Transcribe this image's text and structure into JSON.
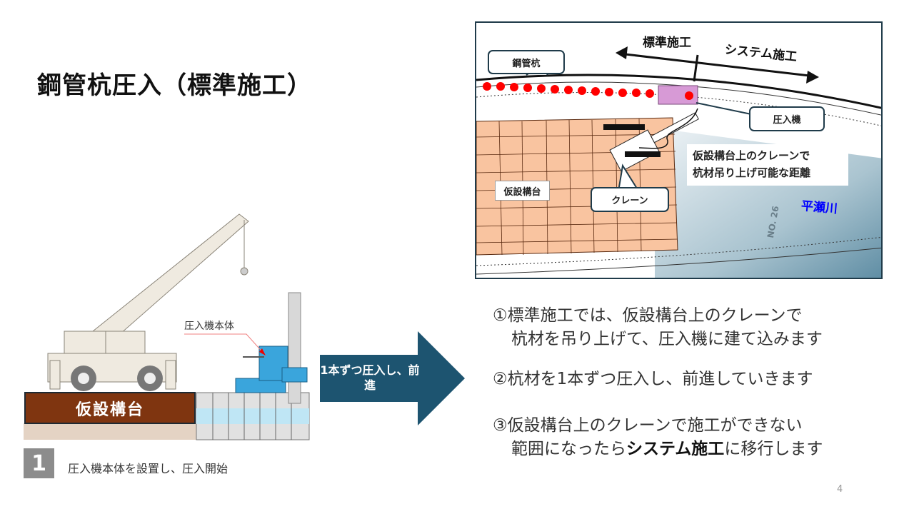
{
  "title": "鋼管杭圧入（標準施工）",
  "map": {
    "label_standard": "標準施工",
    "label_system": "システム施工",
    "callout_pile": "鋼管杭",
    "callout_press": "圧入機",
    "label_platform": "仮設構台",
    "callout_crane": "クレーン",
    "note_line1": "仮設構台上のクレーンで",
    "note_line2": "杭材吊り上げ可能な距離",
    "river": "平瀬川",
    "station": "NO. 26"
  },
  "figure": {
    "platform_label": "仮設構台",
    "press_label": "圧入機本体",
    "step_number": "1",
    "caption": "圧入機本体を設置し、圧入開始"
  },
  "arrow_text": "1本ずつ圧入し、前進",
  "steps": [
    {
      "line1": "①標準施工では、仮設構台上のクレーンで",
      "line2": "杭材を吊り上げて、圧入機に建て込みます"
    },
    {
      "line1": "②杭材を1本ずつ圧入し、前進していきます"
    },
    {
      "line1": "③仮設構台上のクレーンで施工ができない",
      "line2_pre": "範囲になったら",
      "line2_bold": "システム施工",
      "line2_post": "に移行します"
    }
  ],
  "page_number": "4",
  "colors": {
    "accent": "#1d5470",
    "platform": "#7f3510",
    "pile_dot": "#ff0000",
    "river_text": "#0000ff"
  }
}
